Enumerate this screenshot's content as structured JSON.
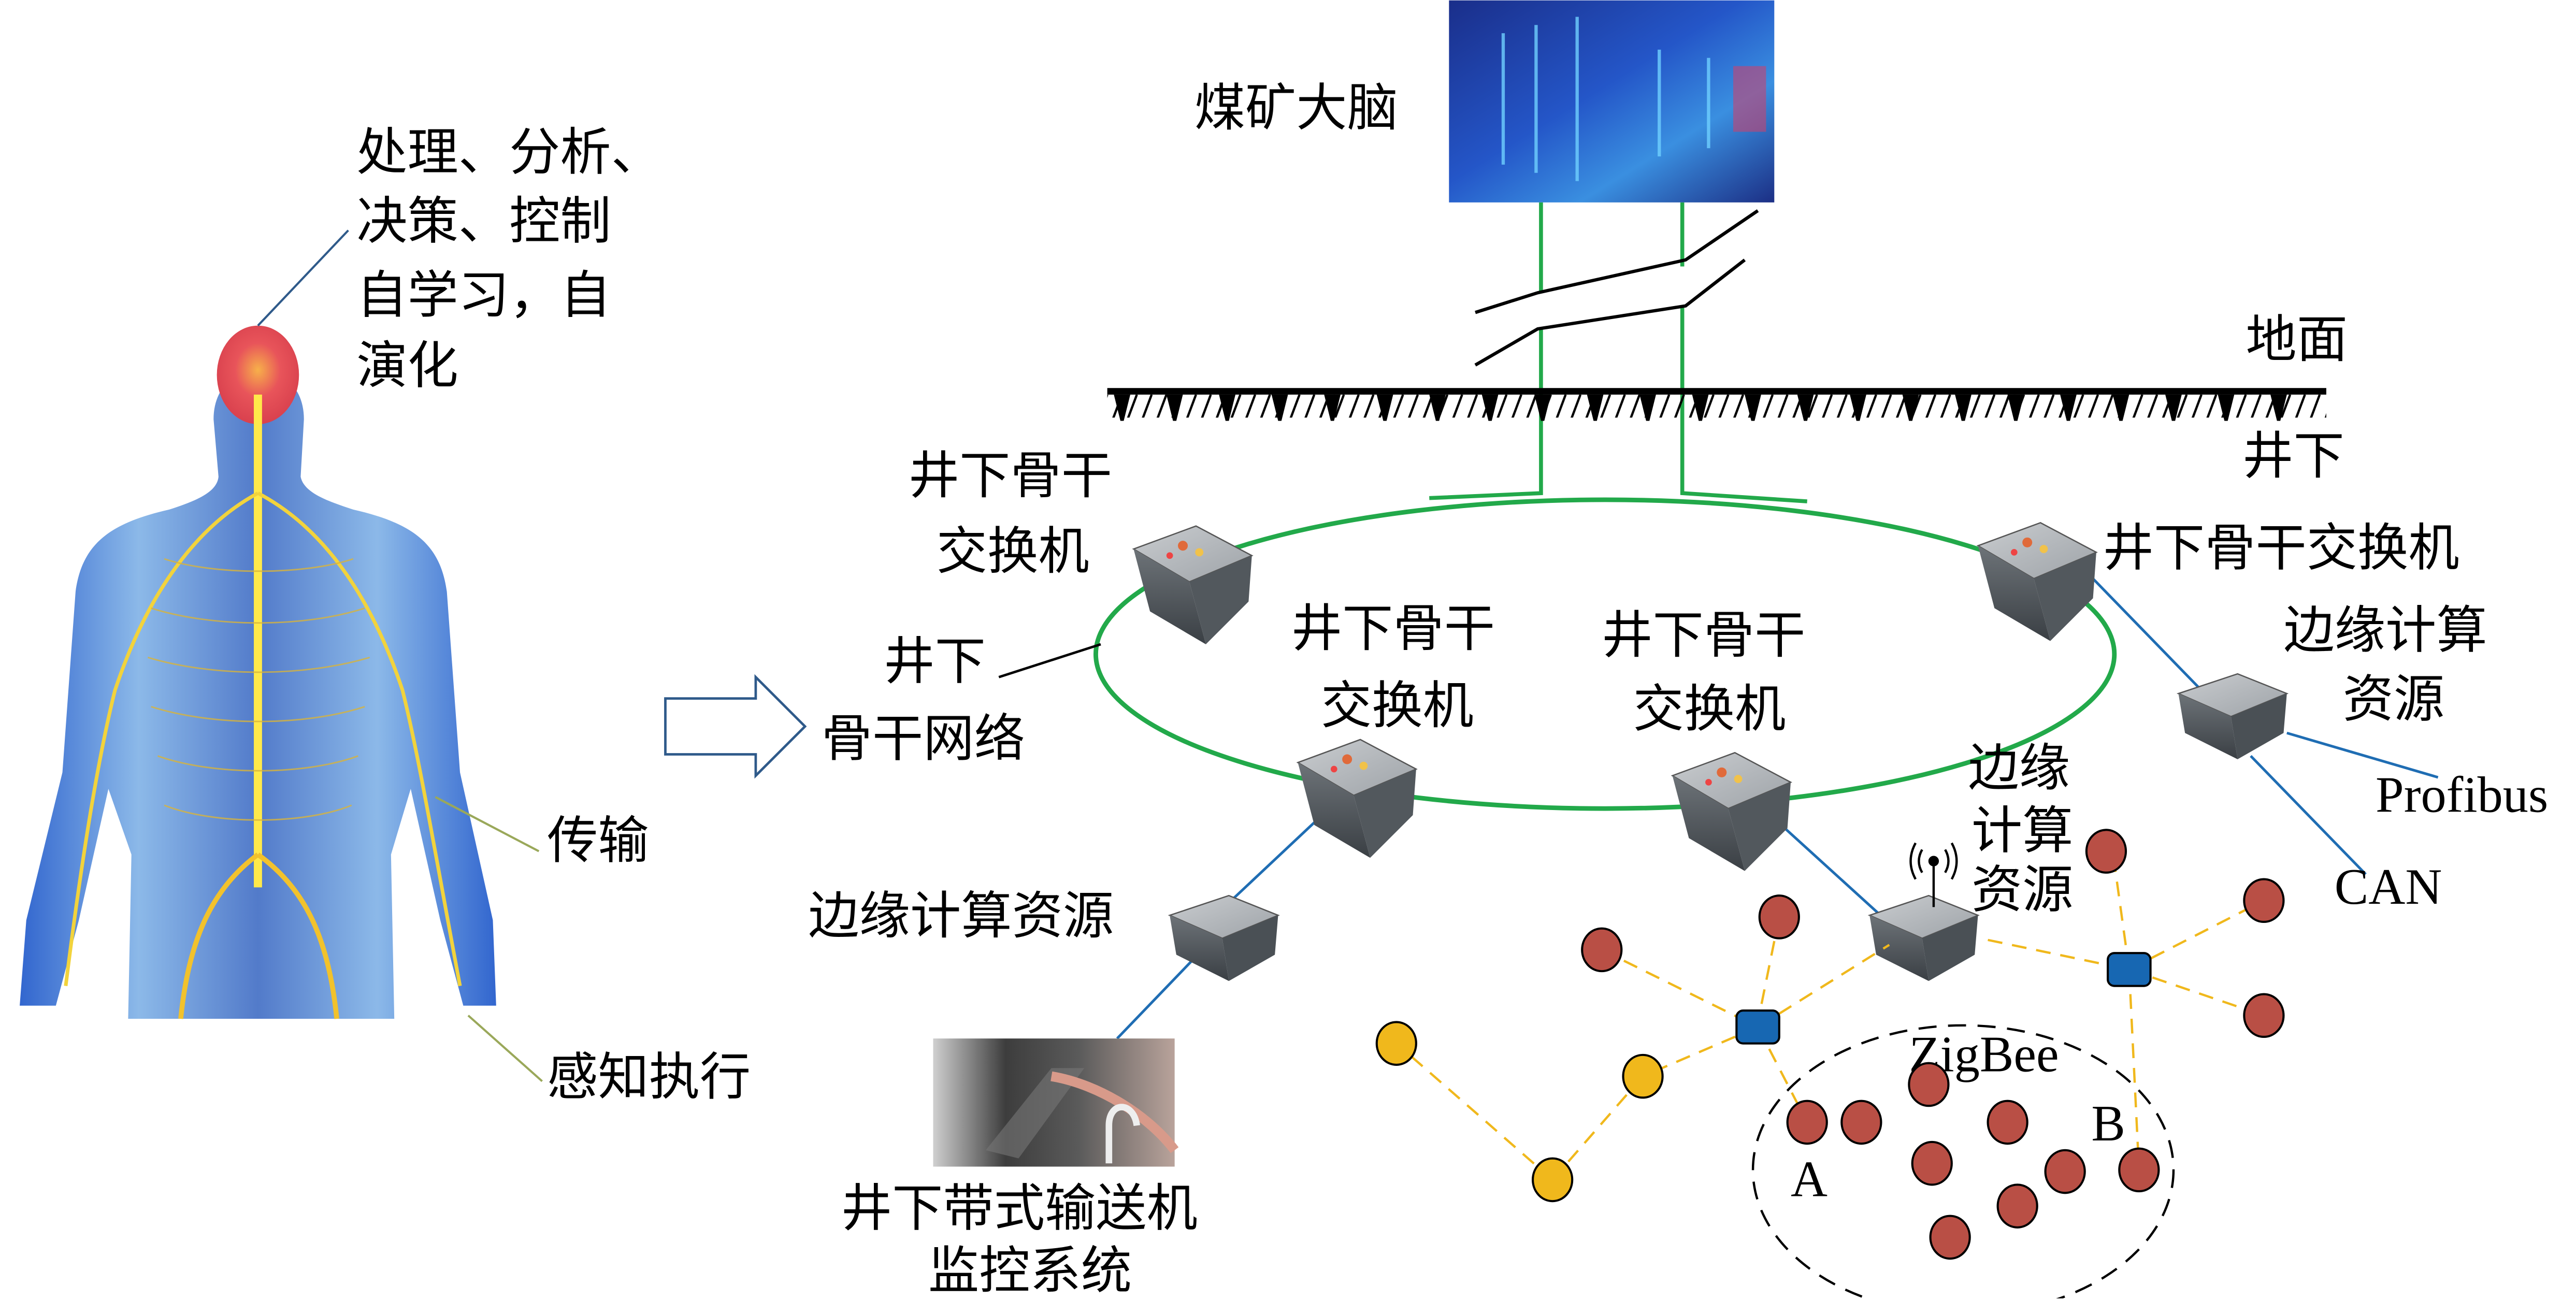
{
  "human": {
    "brain_label": [
      "处理、分析、",
      "决策、控制",
      "自学习，自",
      "演化"
    ],
    "transmission_label": "传输",
    "perception_label": "感知执行"
  },
  "mine": {
    "brain_label": "煤矿大脑",
    "ground_label": "地面",
    "underground_label": "井下",
    "backbone_network_label": [
      "井下",
      "骨干网络"
    ],
    "switches": [
      {
        "label": [
          "井下骨干",
          "交换机"
        ]
      },
      {
        "label": [
          "井下骨干",
          "交换机"
        ]
      },
      {
        "label": [
          "井下骨干",
          "交换机"
        ]
      },
      {
        "label": [
          "井下骨干交换机"
        ]
      }
    ],
    "edge_resources": [
      {
        "label": [
          "边缘计算资源"
        ]
      },
      {
        "label": [
          "边缘",
          "计算",
          "资源"
        ]
      },
      {
        "label": [
          "边缘计算",
          "资源"
        ]
      }
    ],
    "conveyor_label": [
      "井下带式输送机",
      "监控系统"
    ],
    "bus_labels": [
      "Profibus",
      "CAN"
    ],
    "zigbee": {
      "label": "ZigBee",
      "cluster_a": "A",
      "cluster_b": "B"
    }
  },
  "colors": {
    "ring": "#22a94a",
    "blue_link": "#1f6db3",
    "sensor_red": "#b94f45",
    "sensor_yellow": "#f0b81c",
    "router_blue": "#1767b2",
    "zig_link": "#f0b81c",
    "arrow": "#2f5a8a",
    "leader_green": "#9aa85a"
  }
}
